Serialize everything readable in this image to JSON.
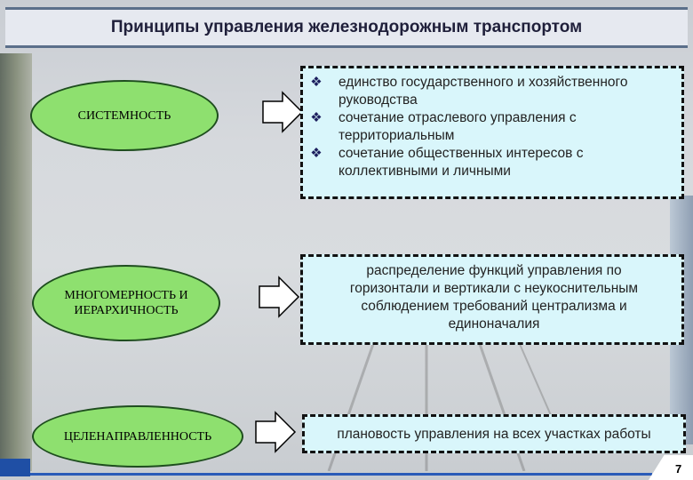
{
  "header": {
    "title": "Принципы управления железнодорожным транспортом"
  },
  "principles": [
    {
      "name": "СИСТЕМНОСТЬ",
      "items": [
        "единство государственного и хозяйственного руководства",
        "сочетание отраслевого управления с территориальным",
        "сочетание общественных интересов с коллективными и личными"
      ]
    },
    {
      "name": "МНОГОМЕРНОСТЬ И ИЕРАРХИЧНОСТЬ",
      "description": "распределение функций управления по горизонтали и вертикали с неукоснительным соблюдением требований централизма и единоначалия"
    },
    {
      "name": "ЦЕЛЕНАПРАВЛЕННОСТЬ",
      "description": "плановость управления на всех участках работы"
    }
  ],
  "bullet_symbol": "❖",
  "page": {
    "number": "7"
  },
  "colors": {
    "ellipse_fill": "#8ee06f",
    "box_fill": "#d9f6fb",
    "header_border": "#5b6f8a"
  }
}
